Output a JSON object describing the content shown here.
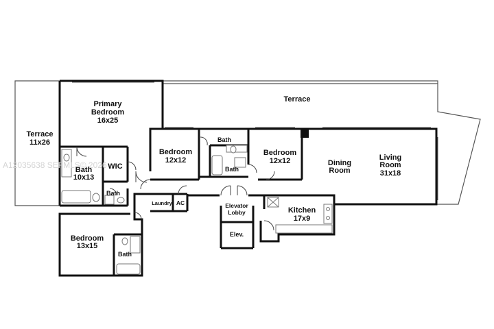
{
  "watermark": "A12035638 SEFMLS© 2026",
  "colors": {
    "wall": "#111111",
    "thin": "#555555",
    "fixture": "#777777",
    "fill": "#ffffff"
  },
  "rooms": {
    "terrace_left": {
      "name": "Terrace",
      "size": "11x26"
    },
    "terrace_top": {
      "name": "Terrace"
    },
    "primary_bedroom": {
      "name": "Primary",
      "name2": "Bedroom",
      "size": "16x25"
    },
    "primary_bath": {
      "name": "Bath",
      "size": "10x13"
    },
    "wic": {
      "name": "WIC"
    },
    "half_bath": {
      "name": "Bath"
    },
    "bedroom_2": {
      "name": "Bedroom",
      "size": "12x12"
    },
    "bath_upper": {
      "name": "Bath"
    },
    "bath_lower": {
      "name": "Bath"
    },
    "bedroom_3": {
      "name": "Bedroom",
      "size": "12x12"
    },
    "dining": {
      "name": "Dining",
      "name2": "Room"
    },
    "living": {
      "name": "Living",
      "name2": "Room",
      "size": "31x18"
    },
    "laundry": {
      "name": "Laundry"
    },
    "ac": {
      "name": "AC"
    },
    "elevator_lobby": {
      "name": "Elevator",
      "name2": "Lobby"
    },
    "elevator": {
      "name": "Elev."
    },
    "kitchen": {
      "name": "Kitchen",
      "size": "17x9"
    },
    "bedroom_4": {
      "name": "Bedroom",
      "size": "13x15"
    },
    "bath_bottom": {
      "name": "Bath"
    }
  }
}
